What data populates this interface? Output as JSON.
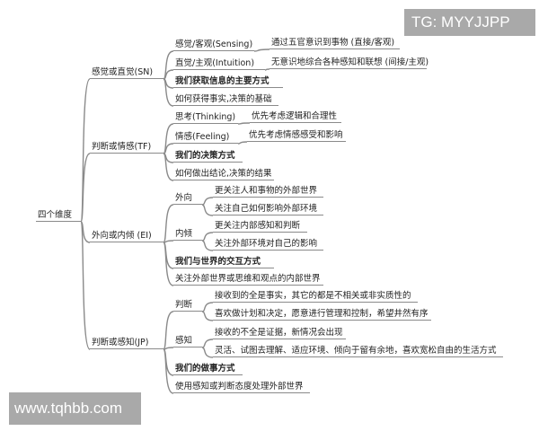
{
  "root": "四个维度",
  "sn": {
    "label": "感觉或直觉(SN)",
    "sensing": "感觉/客观(Sensing)",
    "sensing_leaf": "通过五官意识到事物 (直接/客观)",
    "intuition": "直觉/主观(Intuition)",
    "intuition_leaf": "无意识地综合各种感知和联想 (间接/主观)",
    "summary": "我们获取信息的主要方式",
    "desc": "如何获得事实,决策的基础"
  },
  "tf": {
    "label": "判断或情感(TF)",
    "thinking": "思考(Thinking)",
    "thinking_leaf": "优先考虑逻辑和合理性",
    "feeling": "情感(Feeling)",
    "feeling_leaf": "优先考虑情感感受和影响",
    "summary": "我们的决策方式",
    "desc": "如何做出结论,决策的结果"
  },
  "ei": {
    "label": "外向或内倾 (EI)",
    "extravert": "外向",
    "extravert_leaves": [
      "更关注人和事物的外部世界",
      "关注自己如何影响外部环境"
    ],
    "introvert": "内倾",
    "introvert_leaves": [
      "更关注内部感知和判断",
      "关注外部环境对自己的影响"
    ],
    "summary": "我们与世界的交互方式",
    "desc": "关注外部世界或思维和观点的内部世界"
  },
  "jp": {
    "label": "判断或感知(JP)",
    "judging": "判断",
    "judging_leaves": [
      "接收到的全是事实，其它的都是不相关或非实质性的",
      "喜欢做计划和决定，愿意进行管理和控制，希望井然有序"
    ],
    "perceiving": "感知",
    "perceiving_leaves": [
      "接收的不全是证据，新情况会出现",
      "灵活、试图去理解、适应环境、倾向于留有余地，喜欢宽松自由的生活方式"
    ],
    "summary": "我们的做事方式",
    "desc": "使用感知或判断态度处理外部世界"
  },
  "watermarks": {
    "tg": "TG: MYYJJPP",
    "url": "www.tqhbb.com"
  }
}
